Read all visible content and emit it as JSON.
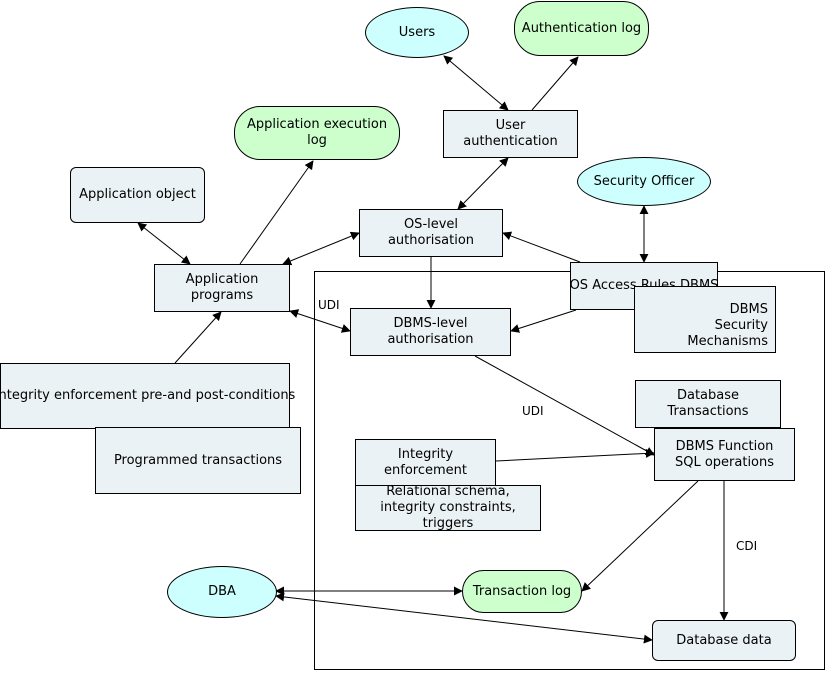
{
  "nodes": {
    "users": "Users",
    "auth_log": "Authentication log",
    "user_auth": "User authentication",
    "app_exec_log": "Application execution log",
    "app_object": "Application object",
    "security_officer": "Security Officer",
    "os_level_auth": "OS-level authorisation",
    "app_programs": "Application programs",
    "os_access_rules": "OS Access Rules DBMS",
    "dbms_security_1": "DBMS",
    "dbms_security_2": "Security Mechanisms",
    "dbms_level_auth": "DBMS-level authorisation",
    "integrity_pre_post": "Integrity enforcement pre-and post-conditions",
    "programmed_tx": "Programmed transactions",
    "db_transactions": "Database Transactions",
    "dbms_function_1": "DBMS Function",
    "dbms_function_2": "SQL operations",
    "integrity_enf": "Integrity enforcement",
    "relational_schema_1": "Relational schema,",
    "relational_schema_2": "integrity constraints, triggers",
    "dba": "DBA",
    "transaction_log": "Transaction log",
    "database_data": "Database data"
  },
  "edge_labels": {
    "udi_app": "UDI",
    "udi_dbms": "UDI",
    "cdi": "CDI"
  },
  "colors": {
    "rect_fill": "#ebf2f5",
    "cyan_fill": "#ccfffd",
    "green_fill": "#ccffcc",
    "stroke": "#000000"
  }
}
